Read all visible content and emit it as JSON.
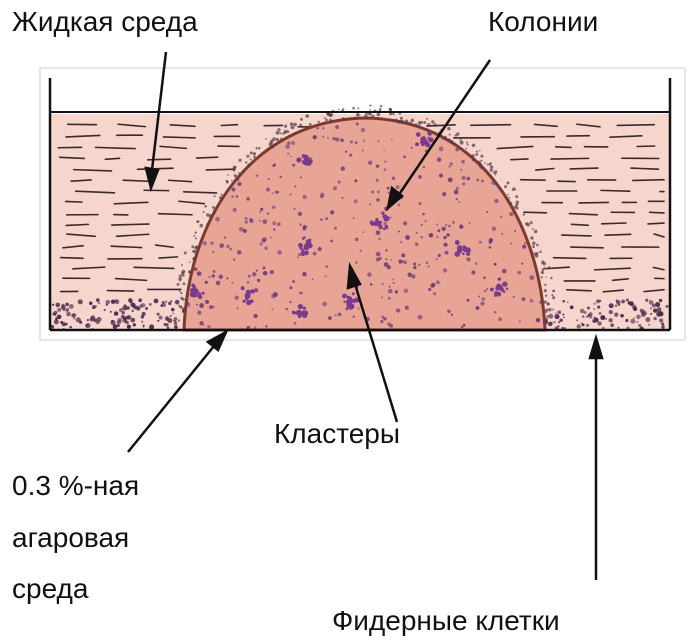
{
  "labels": {
    "liquid_medium": "Жидкая среда",
    "colonies": "Колонии",
    "clusters": "Кластеры",
    "agar_line1": "0.3 %-ная",
    "agar_line2": "агаровая",
    "agar_line3": "среда",
    "feeder_cells": "Фидерные клетки"
  },
  "colors": {
    "liquid": "#f6d5cc",
    "dome": "#e8a596",
    "dome_outline": "#7a3b2e",
    "speckle": "#6b3a7a",
    "feeder": "#4a2a4e",
    "dish_line": "#111111",
    "arrow": "#111111"
  }
}
